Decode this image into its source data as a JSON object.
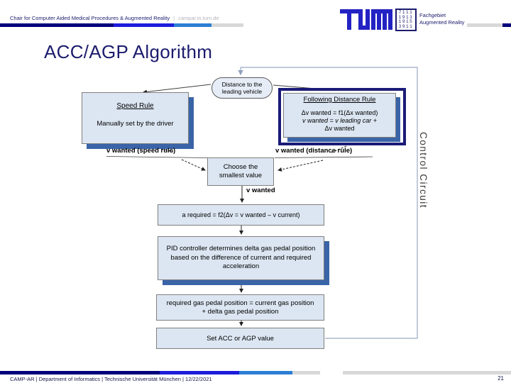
{
  "header": {
    "chair": "Chair for Computer Aided Medical Procedures & Augmented Reality",
    "separator": "|",
    "site": "campar.in.tum.de",
    "dept_line1": "Fachgebiet",
    "dept_line2": "Augmented Reality",
    "digits_logo_rows": [
      "7111",
      "1913",
      "1915",
      "3911"
    ]
  },
  "title": "ACC/AGP Algorithm",
  "diagram": {
    "distance_node": {
      "line1": "Distance to the",
      "line2": "leading vehicle"
    },
    "speed_rule": {
      "title": "Speed Rule",
      "body": "Manually set by the driver"
    },
    "following_rule": {
      "title": "Following Distance Rule",
      "line1": "Δv wanted = f1(Δx wanted)",
      "line2": "v wanted = v leading car +",
      "line3": "Δv wanted"
    },
    "label_speed": "v wanted (speed rule)",
    "label_distance": "v wanted (distance rule)",
    "choose": {
      "line1": "Choose the",
      "line2": "smallest value"
    },
    "label_v_wanted": "v wanted",
    "a_required": "a required = f2(Δv = v wanted – v current)",
    "pid": "PID controller determines delta gas pedal position based on the difference of current and required acceleration",
    "required_gas": "required gas pedal position = current gas position + delta gas pedal position",
    "set_value": "Set ACC or AGP value",
    "control_circuit": "Control Circuit"
  },
  "footer": {
    "text": "CAMP-AR  |  Department of Informatics  |  Technische Universität München  |  12/22/2021",
    "page": "21"
  },
  "colors": {
    "navy": "#00007d",
    "bright_blue": "#1c1cdb",
    "steel_blue": "#2b7fd4",
    "light_gray": "#d8d8d8",
    "box_fill": "#dce6f2",
    "box_shadow": "#3a64a8",
    "accent_text": "#1c1c6e"
  }
}
